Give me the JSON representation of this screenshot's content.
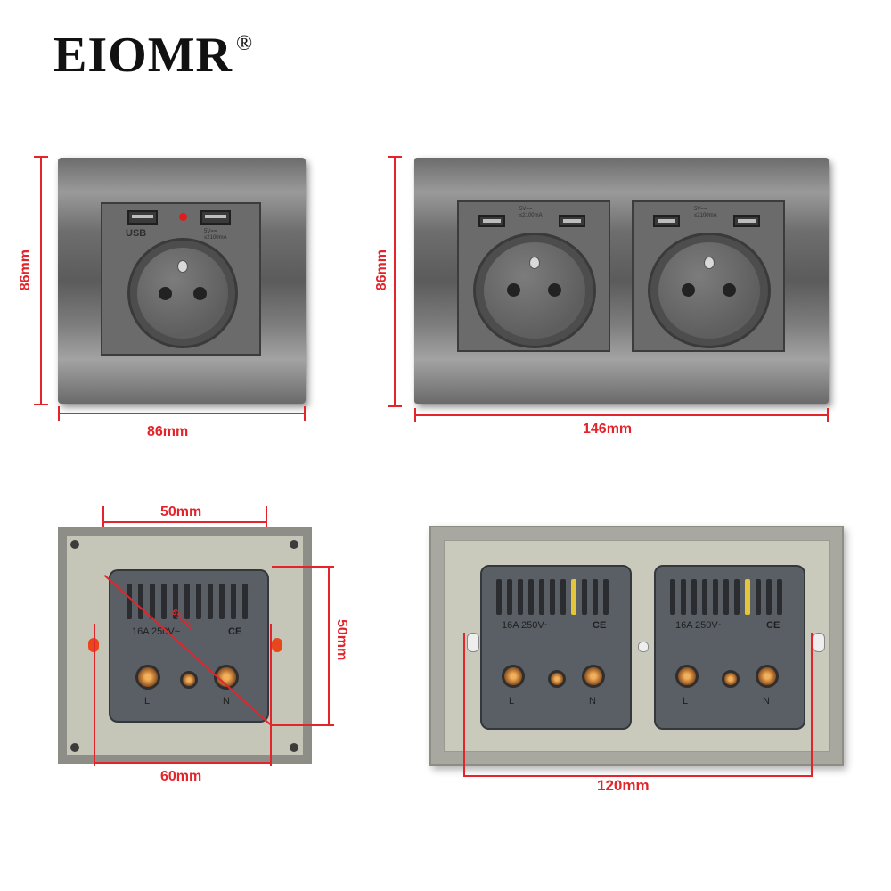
{
  "brand": {
    "name": "EIOMR",
    "mark": "®"
  },
  "single_front": {
    "height_label": "86mm",
    "width_label": "86mm",
    "usb_mark": "USB",
    "usb_spec": "5V==\n≤2100mA"
  },
  "double_front": {
    "height_label": "86mm",
    "width_label": "146mm",
    "usb_spec_top": "5V==",
    "usb_spec_bottom": "≤2100mA"
  },
  "single_back": {
    "top_label": "50mm",
    "side_label": "50mm",
    "bottom_label": "60mm",
    "diag_label": "65mm",
    "rating": "16A 250V~",
    "ce": "CE",
    "terminal_l": "L",
    "terminal_n": "N"
  },
  "double_back": {
    "bottom_label": "120mm",
    "rating": "16A 250V~",
    "ce": "CE",
    "terminal_l": "L",
    "terminal_n": "N"
  },
  "colors": {
    "dimension": "#e3242b",
    "panel": "#7a7a7a"
  }
}
